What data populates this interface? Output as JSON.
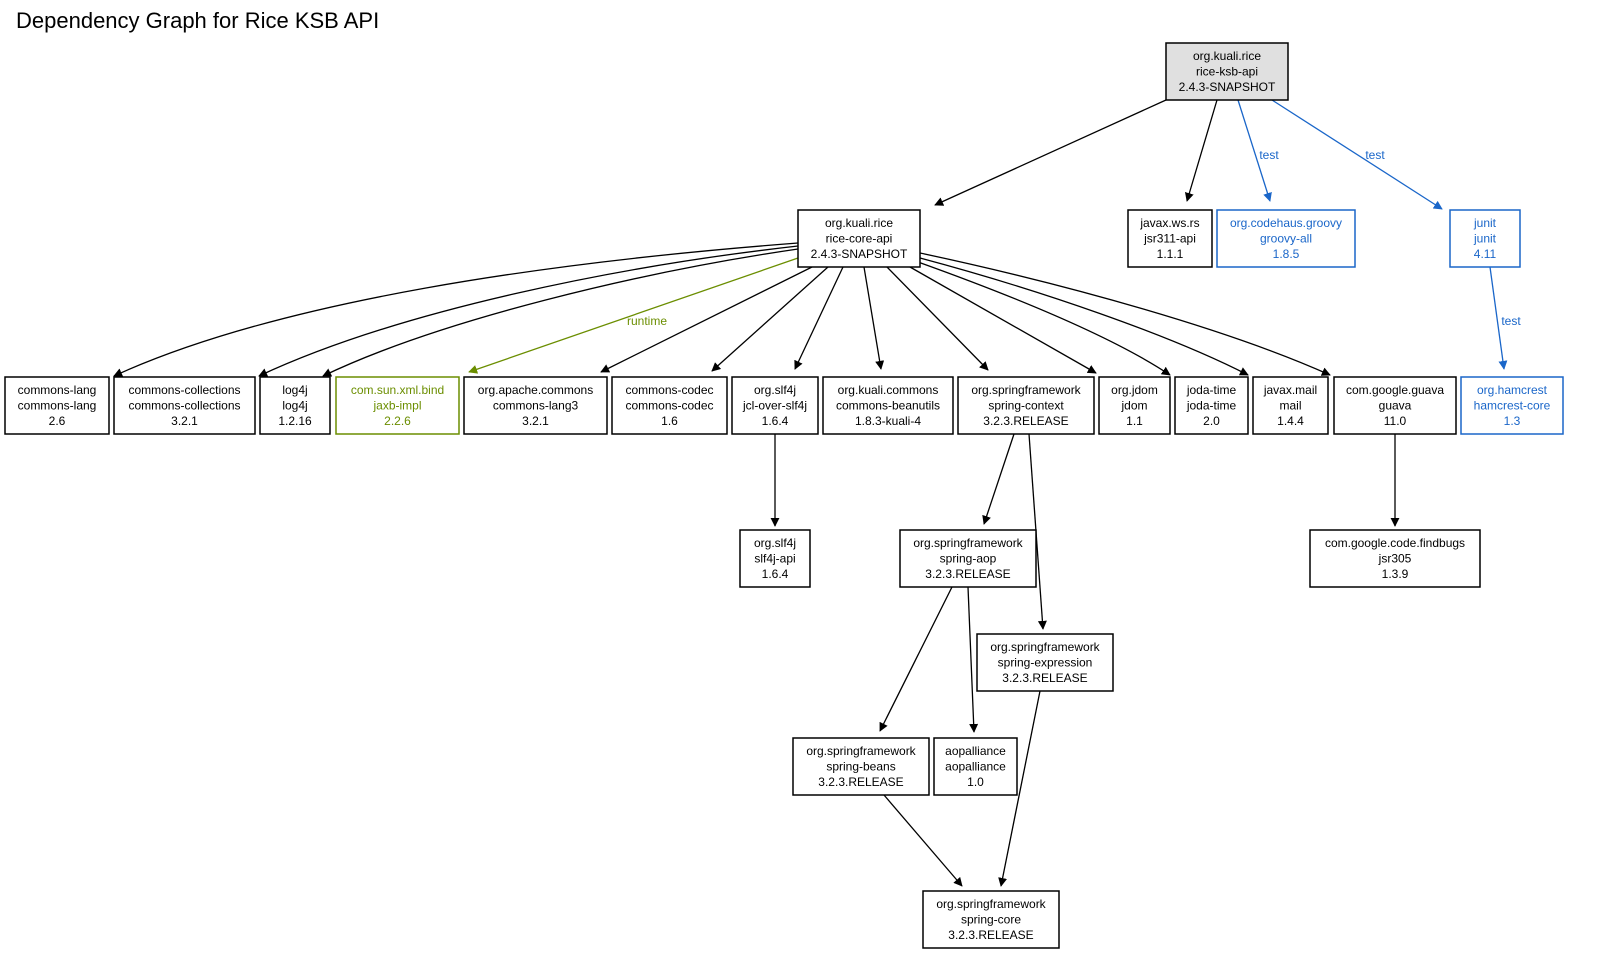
{
  "title": "Dependency Graph for Rice KSB API",
  "colors": {
    "compile": "#000000",
    "test": "#1a66c9",
    "runtime": "#6b8e00",
    "root_fill": "#e0e0e0",
    "node_fill": "#ffffff"
  },
  "nodes": [
    {
      "id": "rice-ksb-api",
      "lines": [
        "org.kuali.rice",
        "rice-ksb-api",
        "2.4.3-SNAPSHOT"
      ],
      "scope": "root"
    },
    {
      "id": "rice-core-api",
      "lines": [
        "org.kuali.rice",
        "rice-core-api",
        "2.4.3-SNAPSHOT"
      ],
      "scope": "compile"
    },
    {
      "id": "jsr311-api",
      "lines": [
        "javax.ws.rs",
        "jsr311-api",
        "1.1.1"
      ],
      "scope": "compile"
    },
    {
      "id": "groovy-all",
      "lines": [
        "org.codehaus.groovy",
        "groovy-all",
        "1.8.5"
      ],
      "scope": "test"
    },
    {
      "id": "junit",
      "lines": [
        "junit",
        "junit",
        "4.11"
      ],
      "scope": "test"
    },
    {
      "id": "commons-lang",
      "lines": [
        "commons-lang",
        "commons-lang",
        "2.6"
      ],
      "scope": "compile"
    },
    {
      "id": "commons-collections",
      "lines": [
        "commons-collections",
        "commons-collections",
        "3.2.1"
      ],
      "scope": "compile"
    },
    {
      "id": "log4j",
      "lines": [
        "log4j",
        "log4j",
        "1.2.16"
      ],
      "scope": "compile"
    },
    {
      "id": "jaxb-impl",
      "lines": [
        "com.sun.xml.bind",
        "jaxb-impl",
        "2.2.6"
      ],
      "scope": "runtime"
    },
    {
      "id": "commons-lang3",
      "lines": [
        "org.apache.commons",
        "commons-lang3",
        "3.2.1"
      ],
      "scope": "compile"
    },
    {
      "id": "commons-codec",
      "lines": [
        "commons-codec",
        "commons-codec",
        "1.6"
      ],
      "scope": "compile"
    },
    {
      "id": "jcl-over-slf4j",
      "lines": [
        "org.slf4j",
        "jcl-over-slf4j",
        "1.6.4"
      ],
      "scope": "compile"
    },
    {
      "id": "commons-beanutils",
      "lines": [
        "org.kuali.commons",
        "commons-beanutils",
        "1.8.3-kuali-4"
      ],
      "scope": "compile"
    },
    {
      "id": "spring-context",
      "lines": [
        "org.springframework",
        "spring-context",
        "3.2.3.RELEASE"
      ],
      "scope": "compile"
    },
    {
      "id": "jdom",
      "lines": [
        "org.jdom",
        "jdom",
        "1.1"
      ],
      "scope": "compile"
    },
    {
      "id": "joda-time",
      "lines": [
        "joda-time",
        "joda-time",
        "2.0"
      ],
      "scope": "compile"
    },
    {
      "id": "mail",
      "lines": [
        "javax.mail",
        "mail",
        "1.4.4"
      ],
      "scope": "compile"
    },
    {
      "id": "guava",
      "lines": [
        "com.google.guava",
        "guava",
        "11.0"
      ],
      "scope": "compile"
    },
    {
      "id": "hamcrest-core",
      "lines": [
        "org.hamcrest",
        "hamcrest-core",
        "1.3"
      ],
      "scope": "test"
    },
    {
      "id": "slf4j-api",
      "lines": [
        "org.slf4j",
        "slf4j-api",
        "1.6.4"
      ],
      "scope": "compile"
    },
    {
      "id": "spring-aop",
      "lines": [
        "org.springframework",
        "spring-aop",
        "3.2.3.RELEASE"
      ],
      "scope": "compile"
    },
    {
      "id": "jsr305",
      "lines": [
        "com.google.code.findbugs",
        "jsr305",
        "1.3.9"
      ],
      "scope": "compile"
    },
    {
      "id": "spring-expression",
      "lines": [
        "org.springframework",
        "spring-expression",
        "3.2.3.RELEASE"
      ],
      "scope": "compile"
    },
    {
      "id": "spring-beans",
      "lines": [
        "org.springframework",
        "spring-beans",
        "3.2.3.RELEASE"
      ],
      "scope": "compile"
    },
    {
      "id": "aopalliance",
      "lines": [
        "aopalliance",
        "aopalliance",
        "1.0"
      ],
      "scope": "compile"
    },
    {
      "id": "spring-core",
      "lines": [
        "org.springframework",
        "spring-core",
        "3.2.3.RELEASE"
      ],
      "scope": "compile"
    }
  ],
  "edges": [
    {
      "from": "rice-ksb-api",
      "to": "rice-core-api",
      "scope": "compile",
      "label": ""
    },
    {
      "from": "rice-ksb-api",
      "to": "jsr311-api",
      "scope": "compile",
      "label": ""
    },
    {
      "from": "rice-ksb-api",
      "to": "groovy-all",
      "scope": "test",
      "label": "test"
    },
    {
      "from": "rice-ksb-api",
      "to": "junit",
      "scope": "test",
      "label": "test"
    },
    {
      "from": "junit",
      "to": "hamcrest-core",
      "scope": "test",
      "label": "test"
    },
    {
      "from": "rice-core-api",
      "to": "commons-lang",
      "scope": "compile",
      "label": ""
    },
    {
      "from": "rice-core-api",
      "to": "commons-collections",
      "scope": "compile",
      "label": ""
    },
    {
      "from": "rice-core-api",
      "to": "log4j",
      "scope": "compile",
      "label": ""
    },
    {
      "from": "rice-core-api",
      "to": "jaxb-impl",
      "scope": "runtime",
      "label": "runtime"
    },
    {
      "from": "rice-core-api",
      "to": "commons-lang3",
      "scope": "compile",
      "label": ""
    },
    {
      "from": "rice-core-api",
      "to": "commons-codec",
      "scope": "compile",
      "label": ""
    },
    {
      "from": "rice-core-api",
      "to": "jcl-over-slf4j",
      "scope": "compile",
      "label": ""
    },
    {
      "from": "rice-core-api",
      "to": "commons-beanutils",
      "scope": "compile",
      "label": ""
    },
    {
      "from": "rice-core-api",
      "to": "spring-context",
      "scope": "compile",
      "label": ""
    },
    {
      "from": "rice-core-api",
      "to": "jdom",
      "scope": "compile",
      "label": ""
    },
    {
      "from": "rice-core-api",
      "to": "joda-time",
      "scope": "compile",
      "label": ""
    },
    {
      "from": "rice-core-api",
      "to": "mail",
      "scope": "compile",
      "label": ""
    },
    {
      "from": "rice-core-api",
      "to": "guava",
      "scope": "compile",
      "label": ""
    },
    {
      "from": "jcl-over-slf4j",
      "to": "slf4j-api",
      "scope": "compile",
      "label": ""
    },
    {
      "from": "spring-context",
      "to": "spring-aop",
      "scope": "compile",
      "label": ""
    },
    {
      "from": "spring-context",
      "to": "spring-expression",
      "scope": "compile",
      "label": ""
    },
    {
      "from": "guava",
      "to": "jsr305",
      "scope": "compile",
      "label": ""
    },
    {
      "from": "spring-aop",
      "to": "spring-beans",
      "scope": "compile",
      "label": ""
    },
    {
      "from": "spring-aop",
      "to": "aopalliance",
      "scope": "compile",
      "label": ""
    },
    {
      "from": "spring-beans",
      "to": "spring-core",
      "scope": "compile",
      "label": ""
    },
    {
      "from": "spring-expression",
      "to": "spring-core",
      "scope": "compile",
      "label": ""
    }
  ]
}
